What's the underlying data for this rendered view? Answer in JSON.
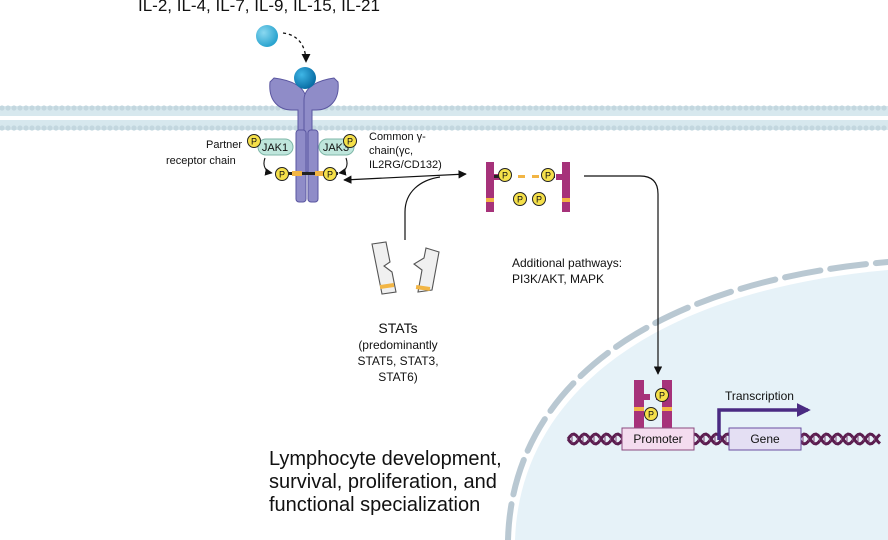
{
  "cytokines": "IL-2, IL-4, IL-7, IL-9, IL-15, IL-21",
  "receptor": {
    "partner_chain": [
      "Partner",
      "receptor chain"
    ],
    "common_chain": [
      "Common γ-",
      "chain(γc,",
      "IL2RG/CD132)"
    ],
    "jak1": "JAK1",
    "jak3": "JAK3",
    "phospho": "P"
  },
  "stats": {
    "label": [
      "STATs",
      "(predominantly",
      "STAT5, STAT3,",
      "STAT6)"
    ]
  },
  "pathways": [
    "Additional pathways:",
    "PI3K/AKT, MAPK"
  ],
  "dna": {
    "promoter": "Promoter",
    "gene": "Gene",
    "transcription": "Transcription"
  },
  "outcome": [
    "Lymphocyte development,",
    "survival, proliferation, and",
    "functional specialization"
  ],
  "colors": {
    "membrane": "#cfe3ea",
    "receptor": "#8f8cc8",
    "jak": "#bfe6dc",
    "stat_active": "#a6327a",
    "stat_inactive": "#f0f0f0",
    "phospho": "#f5e04a",
    "nucleus": "#e6f2f8",
    "nuclear_envelope": "#b9c8d2",
    "dna": "#5a1d4f",
    "arrow": "#4a2a82"
  }
}
